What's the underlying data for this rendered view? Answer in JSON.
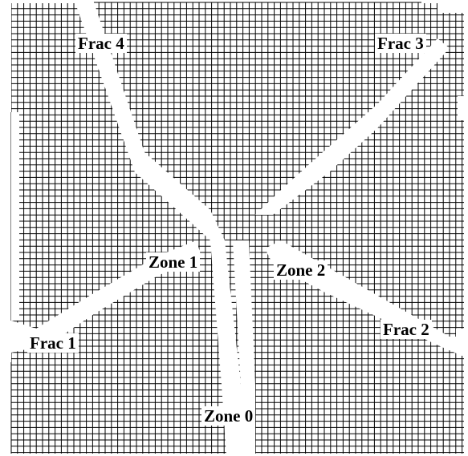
{
  "diagram": {
    "colors": {
      "background": "#ffffff",
      "grid_line": "#000000",
      "label_text": "#000000"
    },
    "fractures": [
      {
        "id": "frac-1",
        "label": "Frac 1"
      },
      {
        "id": "frac-2",
        "label": "Frac 2"
      },
      {
        "id": "frac-3",
        "label": "Frac 3"
      },
      {
        "id": "frac-4",
        "label": "Frac 4"
      }
    ],
    "zones": [
      {
        "id": "zone-0",
        "label": "Zone 0"
      },
      {
        "id": "zone-1",
        "label": "Zone 1"
      },
      {
        "id": "zone-2",
        "label": "Zone 2"
      }
    ]
  }
}
